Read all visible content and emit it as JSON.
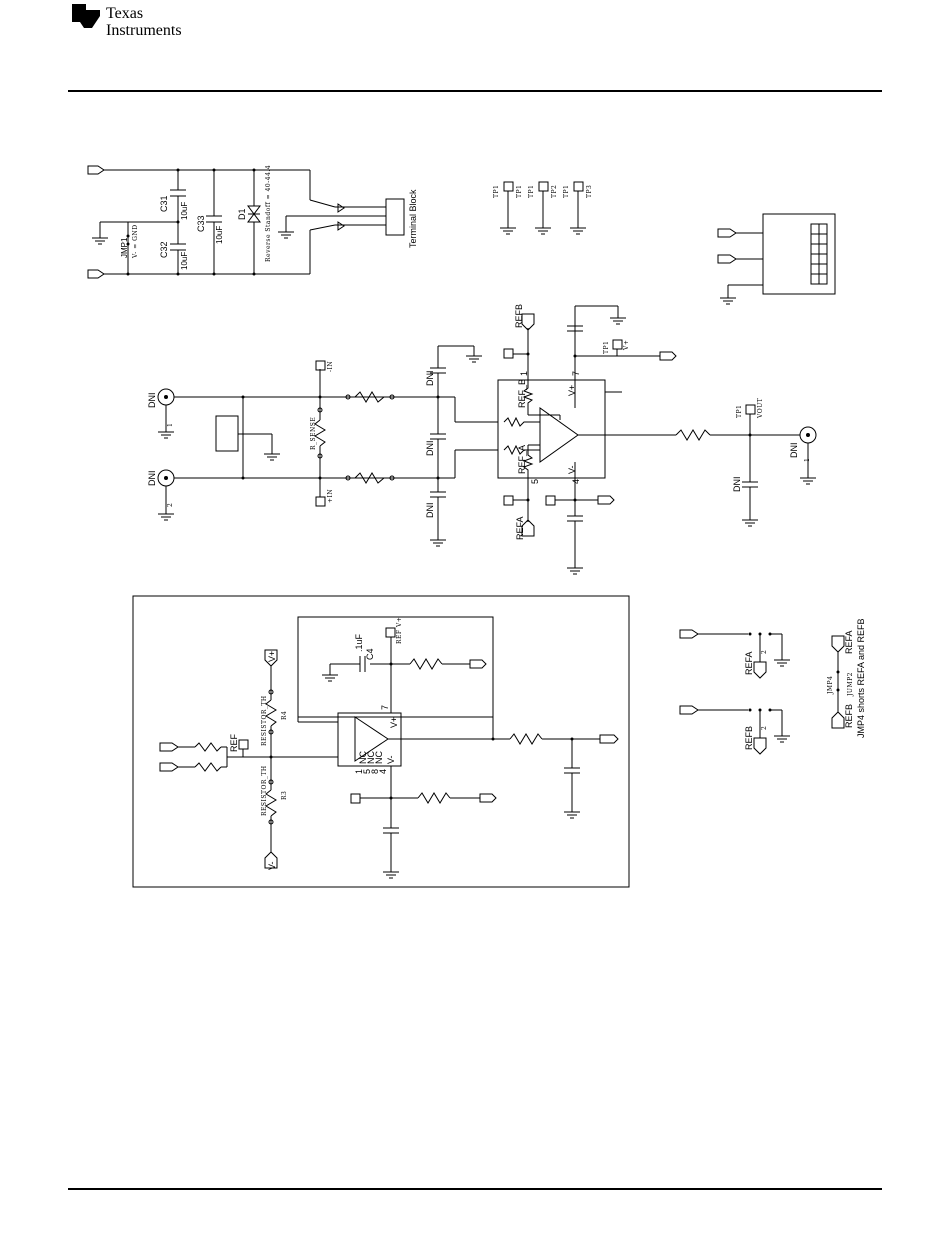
{
  "brand": {
    "line1": "Texas",
    "line2": "Instruments",
    "logo_icon": "ti-logo-icon"
  },
  "power": {
    "jmp1_label": "JMP1",
    "jmp1_sub": "V- = GND",
    "c31": "C31",
    "c31_val": "10uF",
    "c32": "C32",
    "c32_val": "10uF",
    "c33": "C33",
    "c33_val": "10uF",
    "d1": "D1",
    "d1_note": "Reverse Standoff = 40-44.4",
    "terminal_block": "Terminal Block"
  },
  "testpoints": {
    "tp1a": "TP1",
    "tp1b": "TP1",
    "tp2": "TP2",
    "tp1c": "TP1",
    "tp3": "TP3",
    "tp1d": "TP1"
  },
  "amp": {
    "refb_net": "REFB",
    "refa_net": "REFA",
    "tp_vplus": "TP1",
    "vplus_label": "V+",
    "pin1": "1",
    "pin7": "7",
    "pin5": "5",
    "pin4": "4",
    "vplus_pin": "V+",
    "vminus_pin": "V-",
    "ref_b": "REF_B",
    "ref_a": "REF_A",
    "minus_in": "-IN",
    "plus_in": "+IN",
    "r_sense": "R_SENSE",
    "dni": "DNI",
    "tp_vout": "TP1",
    "vout": "VOUT",
    "pin_1": "1",
    "pin_2": "2"
  },
  "ref_box": {
    "c4": "C4",
    "c4_val": ".1uF",
    "ref_vplus": "REF V+",
    "vplus": "V+",
    "vminus": "V-",
    "resistor_th_top": "RESISTOR_TH",
    "r4": "R4",
    "resistor_th_bottom": "RESISTOR_TH",
    "r3": "R3",
    "ref": "REF",
    "pin7": "7",
    "vplus_pin": "V+",
    "pin1": "1",
    "nc1": "NC",
    "pin5": "5",
    "nc2": "NC",
    "pin8": "8",
    "nc3": "NC",
    "pin4": "4",
    "vminus_pin": "V-"
  },
  "jumpers": {
    "refa": "REFA",
    "refb": "REFB",
    "pin2a": "2",
    "pin2b": "2",
    "jmp4": "JMP4",
    "jump2": "JUMP2",
    "refa_r": "REFA",
    "refb_r": "REFB",
    "note": "JMP4 shorts REFA and REFB"
  }
}
